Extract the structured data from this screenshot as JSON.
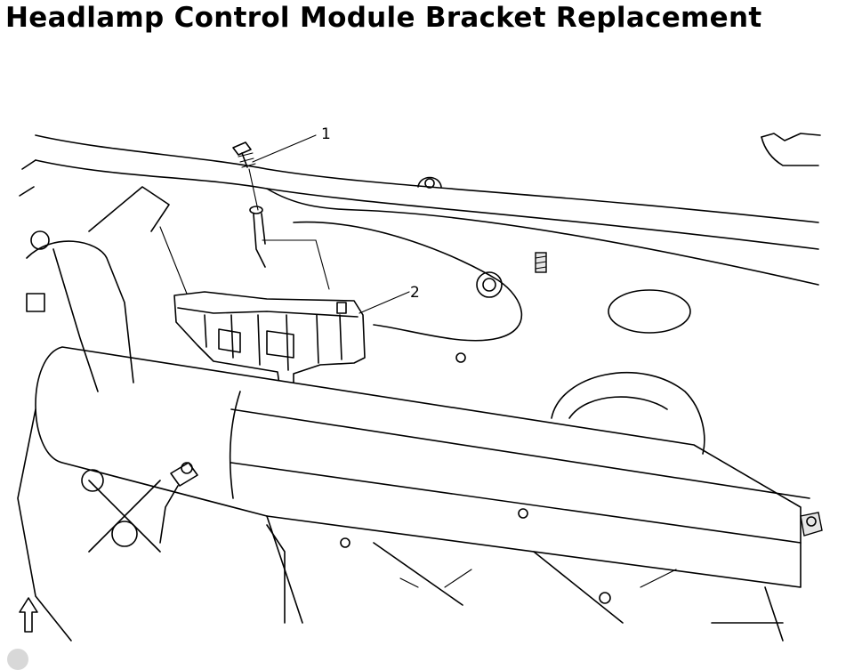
{
  "document": {
    "title": "Headlamp Control Module Bracket Replacement"
  },
  "figure": {
    "callouts": [
      {
        "number": "1"
      },
      {
        "number": "2"
      }
    ],
    "icons": {
      "orientation": "up-arrow-icon"
    }
  }
}
